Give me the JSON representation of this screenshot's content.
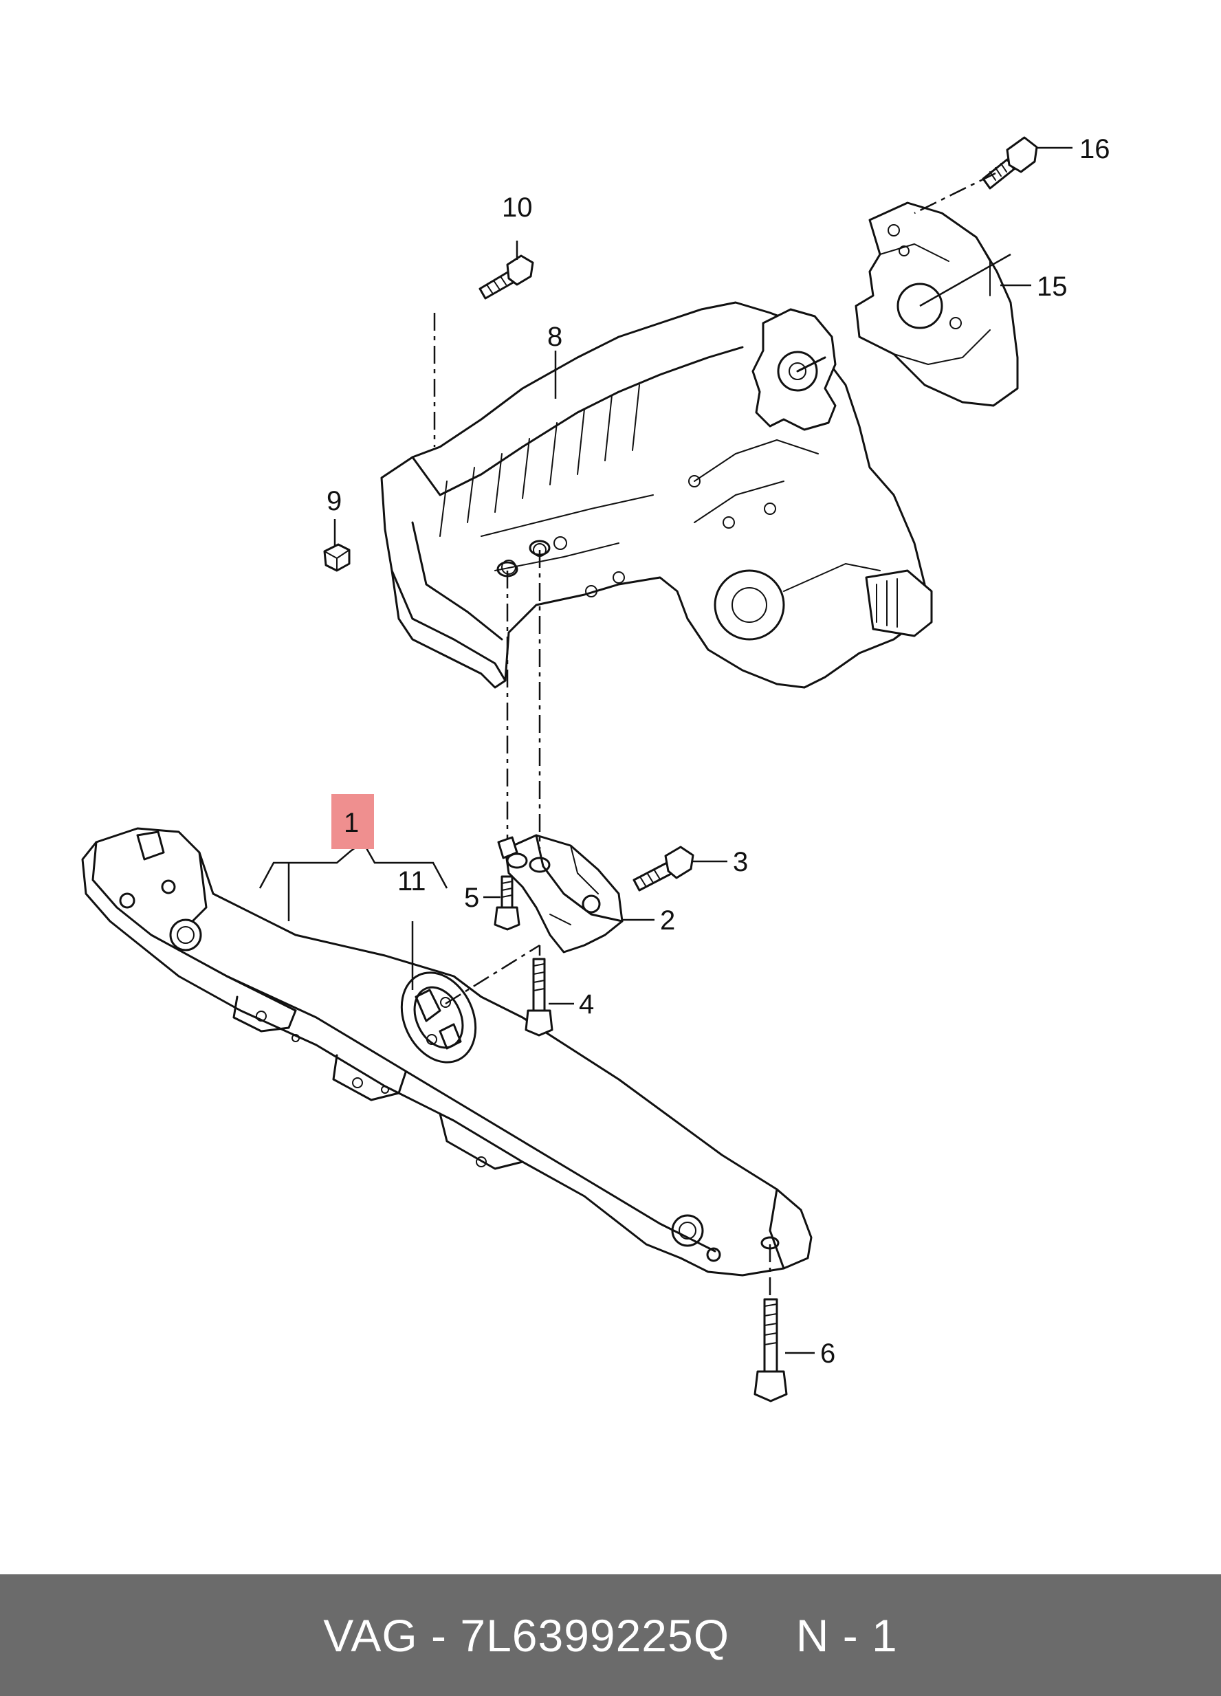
{
  "callouts": {
    "c1": "1",
    "c2": "2",
    "c3": "3",
    "c4": "4",
    "c5": "5",
    "c6": "6",
    "c8": "8",
    "c9": "9",
    "c10": "10",
    "c11": "11",
    "c15": "15",
    "c16": "16"
  },
  "highlight_color": "#ef8f8f",
  "footer": {
    "label": "VAG - 7L6399225Q     N - 1"
  }
}
